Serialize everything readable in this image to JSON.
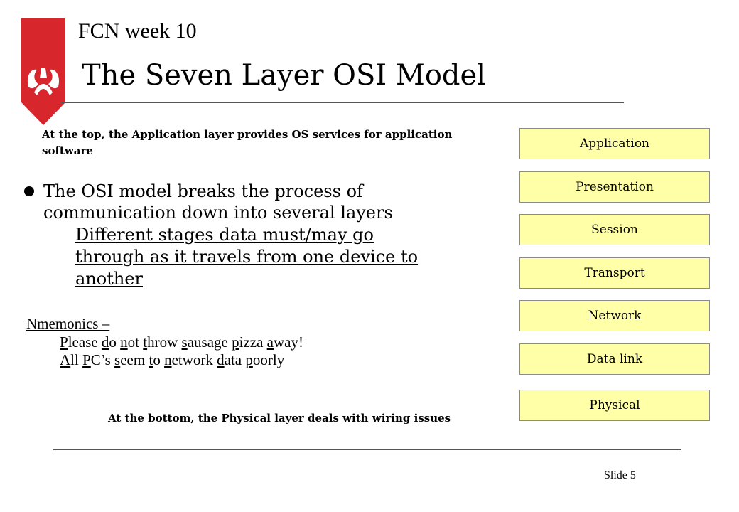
{
  "header": {
    "course": "FCN week 10",
    "title": "The Seven Layer OSI Model"
  },
  "colors": {
    "logo_red": "#d7262c",
    "layer_fill": "#ffffa8",
    "layer_border": "#8a8a8a"
  },
  "icons": {
    "logo": "university-crest-icon"
  },
  "body": {
    "top_note": "At the top, the Application layer provides OS services for application software",
    "bullet": "The OSI model breaks the process of communication down into several layers",
    "sub_bullet": "Different stages data must/may go through as it travels from one device to another",
    "mnemonics_title": "Nmemonics –",
    "mnemonic_1": [
      {
        "t": "P",
        "u": true
      },
      {
        "t": "lease ",
        "u": false
      },
      {
        "t": "d",
        "u": true
      },
      {
        "t": "o ",
        "u": false
      },
      {
        "t": "n",
        "u": true
      },
      {
        "t": "ot ",
        "u": false
      },
      {
        "t": "t",
        "u": true
      },
      {
        "t": "hrow ",
        "u": false
      },
      {
        "t": "s",
        "u": true
      },
      {
        "t": "ausage ",
        "u": false
      },
      {
        "t": "p",
        "u": true
      },
      {
        "t": "izza ",
        "u": false
      },
      {
        "t": "a",
        "u": true
      },
      {
        "t": "way!",
        "u": false
      }
    ],
    "mnemonic_2": [
      {
        "t": "A",
        "u": true
      },
      {
        "t": "ll ",
        "u": false
      },
      {
        "t": "P",
        "u": true
      },
      {
        "t": "C’s ",
        "u": false
      },
      {
        "t": "s",
        "u": true
      },
      {
        "t": "eem ",
        "u": false
      },
      {
        "t": "t",
        "u": true
      },
      {
        "t": "o ",
        "u": false
      },
      {
        "t": "n",
        "u": true
      },
      {
        "t": "etwork ",
        "u": false
      },
      {
        "t": "d",
        "u": true
      },
      {
        "t": "ata ",
        "u": false
      },
      {
        "t": "p",
        "u": true
      },
      {
        "t": "oorly",
        "u": false
      }
    ],
    "bottom_note": "At the bottom, the Physical layer deals with wiring issues"
  },
  "layers": [
    {
      "label": "Application"
    },
    {
      "label": "Presentation"
    },
    {
      "label": "Session"
    },
    {
      "label": "Transport"
    },
    {
      "label": "Network"
    },
    {
      "label": "Data link"
    },
    {
      "label": "Physical"
    }
  ],
  "footer": {
    "slide": "Slide 5"
  }
}
